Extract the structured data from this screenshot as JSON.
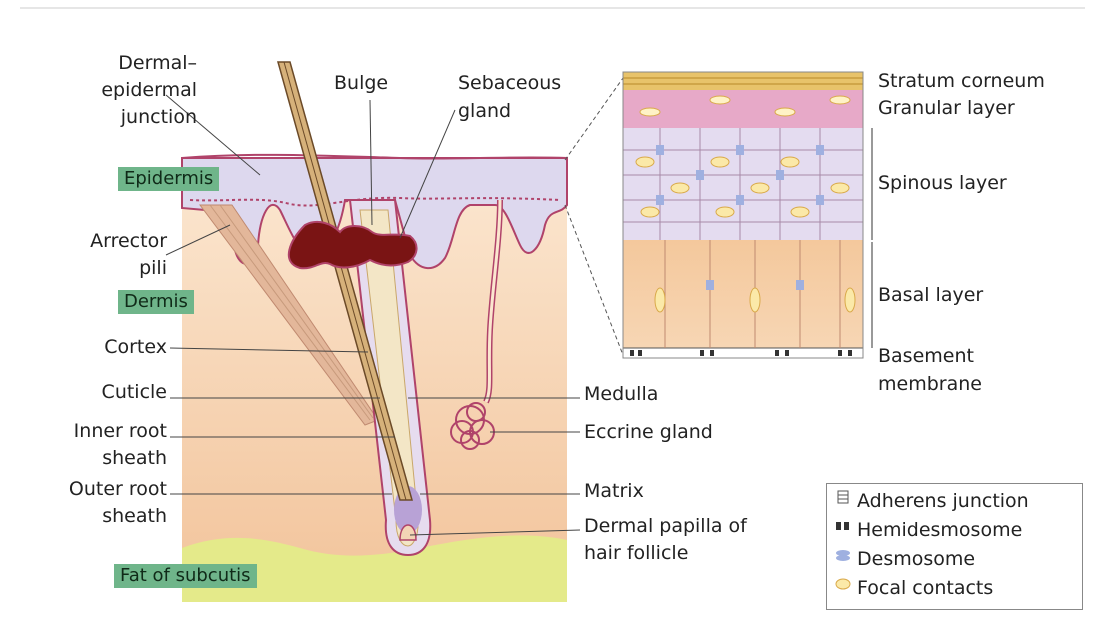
{
  "tags": {
    "epidermis": "Epidermis",
    "dermis": "Dermis",
    "fat": "Fat of subcutis"
  },
  "labels_left": {
    "dej_1": "Dermal–",
    "dej_2": "epidermal",
    "dej_3": "junction",
    "bulge": "Bulge",
    "sebaceous_1": "Sebaceous",
    "sebaceous_2": "gland",
    "arrector_1": "Arrector",
    "arrector_2": "pili",
    "cortex": "Cortex",
    "cuticle": "Cuticle",
    "inner_1": "Inner root",
    "inner_2": "sheath",
    "outer_1": "Outer root",
    "outer_2": "sheath"
  },
  "labels_mid": {
    "medulla": "Medulla",
    "eccrine": "Eccrine gland",
    "matrix": "Matrix",
    "papilla_1": "Dermal papilla of",
    "papilla_2": "hair follicle"
  },
  "labels_inset": {
    "corneum": "Stratum corneum",
    "granular": "Granular layer",
    "spinous": "Spinous layer",
    "basal": "Basal layer",
    "basement_1": "Basement",
    "basement_2": "membrane"
  },
  "legend": {
    "items": [
      {
        "label": "Adherens junction",
        "icon": "adherens-junction-icon"
      },
      {
        "label": "Hemidesmosome",
        "icon": "hemidesmosome-icon"
      },
      {
        "label": "Desmosome",
        "icon": "desmosome-icon"
      },
      {
        "label": "Focal contacts",
        "icon": "focal-contact-icon"
      }
    ]
  },
  "colors": {
    "epidermis": "#ddd8ee",
    "dermis": "#f6d2b0",
    "fat": "#e4ea8a",
    "tag": "#6fb58a",
    "follicle": "#b0436a",
    "gland": "#7a1414"
  }
}
